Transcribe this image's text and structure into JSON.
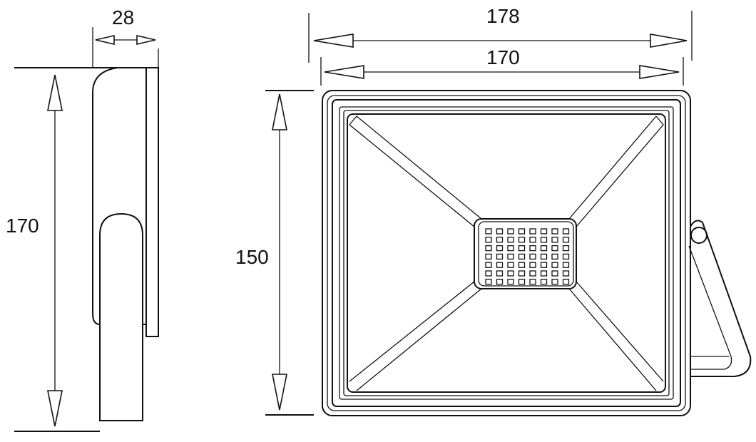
{
  "side_view": {
    "width_label": "28",
    "height_label": "170"
  },
  "front_view": {
    "outer_width_label": "178",
    "inner_width_label": "170",
    "height_label": "150",
    "led_grid": {
      "columns": 8,
      "rows": 7
    }
  }
}
